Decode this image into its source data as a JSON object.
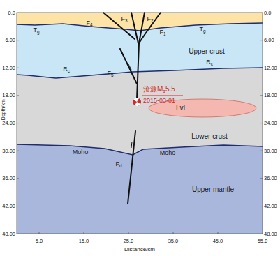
{
  "diagram": {
    "nodes": [
      {
        "text": [
          "LvL"
        ]
      }
    ],
    "labels": [
      "0.0",
      "6.00",
      "12.00",
      "18.00",
      "24.00",
      "30.00",
      "36.00",
      "42.00",
      "48.00",
      "0.0",
      "6.00",
      "12.00",
      "18.00",
      "24.00",
      "30.00",
      "36.00",
      "42.00",
      "48.00",
      "5.0",
      "15.0",
      "25.0",
      "35.0",
      "45.0",
      "55.0",
      "Depth/km",
      "Distance/km",
      "Tg",
      "Tg",
      "F4",
      "F3",
      "F2",
      "F1",
      "F5",
      "Upper crust",
      "Rc",
      "Rc",
      "沧源Ms5.5",
      "2015-03-01",
      "Lower crust",
      "Moho",
      "Moho",
      "Fd",
      "Upper mantle"
    ]
  }
}
